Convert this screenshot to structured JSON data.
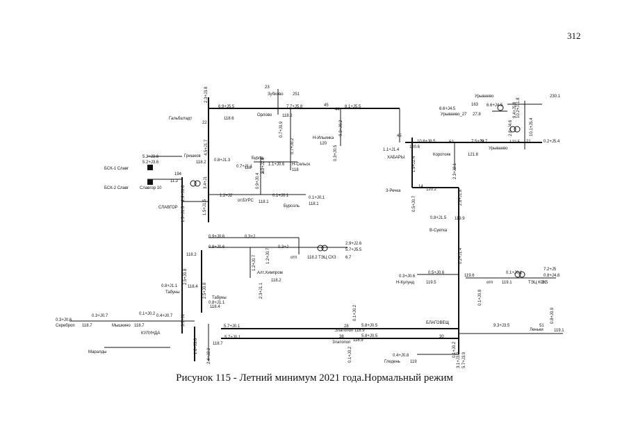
{
  "page_number": "312",
  "caption": "Рисунок 115 - Летний минимум 2021 года.Нормальный режим",
  "nodes": [
    {
      "id": "zubkovo",
      "name": "Зубково",
      "voltage": "251",
      "extra": "23"
    },
    {
      "id": "gal",
      "name": "Гальбштадт",
      "voltage": "118.6",
      "id_label": "22"
    },
    {
      "id": "orlovo",
      "name": "Орлово",
      "voltage": "118.2",
      "id_label": "45"
    },
    {
      "id": "n-ilyinka",
      "name": "Н-Ильинка",
      "voltage": "120",
      "id_label": "44"
    },
    {
      "id": "uryvaevo",
      "name": "Урываево",
      "voltage": "230.1"
    },
    {
      "id": "uryvaevo27",
      "name": "Урываево_27",
      "voltage": "27.8",
      "id_label": "163"
    },
    {
      "id": "uryvaevo2",
      "name": "Урываево",
      "voltage": "122.5",
      "id_label": "21"
    },
    {
      "id": "habary",
      "name": "ХАБАРЫ",
      "voltage": "120.6",
      "id_label": "45"
    },
    {
      "id": "korotoyak",
      "name": "Коротояк",
      "voltage": "121.8",
      "id_label": "62"
    },
    {
      "id": "grishkovka",
      "name": "Гришков",
      "voltage": "118.2",
      "id_label": "78"
    },
    {
      "id": "burla",
      "name": "Бурла",
      "voltage": "118",
      "id_label": "6"
    },
    {
      "id": "n-selsk",
      "name": "Н-Сельск",
      "voltage": "118"
    },
    {
      "id": "bsk1",
      "name": "БСК-1 Славг",
      "voltage": "5.2+J3.6"
    },
    {
      "id": "bsk2",
      "name": "БСК-2 Славг",
      "voltage": "194"
    },
    {
      "id": "slavgorod10",
      "name": "Славгор 10",
      "voltage": "11.2"
    },
    {
      "id": "slavgorod",
      "name": "СЛАВГОР",
      "voltage": "118.2"
    },
    {
      "id": "ot-burs",
      "name": "от.БУРС",
      "voltage": "118.1"
    },
    {
      "id": "bursol",
      "name": "Бурсоль",
      "voltage": "118.1"
    },
    {
      "id": "3-rechka",
      "name": "3-Речка",
      "voltage": "120.2",
      "id_label": "14"
    },
    {
      "id": "v-suetka",
      "name": "В-Суетка",
      "voltage": "119.9"
    },
    {
      "id": "alt-khimprom",
      "name": "Алт.Химпром",
      "voltage": "118.2"
    },
    {
      "id": "otp",
      "name": "отп",
      "voltage": "118.2"
    },
    {
      "id": "tec-skz",
      "name": "ТЭЦ СХЗ",
      "voltage": "6.7",
      "flow": "2.9+J2.6"
    },
    {
      "id": "tabuny1",
      "name": "Табуны",
      "voltage": "118.4"
    },
    {
      "id": "tabuny2",
      "name": "Табуны",
      "voltage": "118.4"
    },
    {
      "id": "n-kulunda",
      "name": "Н-Кулунд",
      "voltage": "119.5",
      "id_label": "0.3+J0.6"
    },
    {
      "id": "otp2",
      "name": "отп",
      "voltage": "119.1"
    },
    {
      "id": "tec-ksk",
      "name": "ТЭЦ КСК",
      "voltage": "6.5",
      "flow": "7.2+J5"
    },
    {
      "id": "serebr",
      "name": "Сереброп",
      "voltage": "118.7",
      "flow": "0.3+J0.6"
    },
    {
      "id": "myshkino",
      "name": "Мышкино",
      "voltage": "118.7"
    },
    {
      "id": "kulunda",
      "name": "КУЛУНДА",
      "voltage": "118.7"
    },
    {
      "id": "maraldy",
      "name": "Маралды",
      "voltage": ""
    },
    {
      "id": "zlatopol1",
      "name": "Златопол",
      "voltage": "118.9",
      "id_label": "28"
    },
    {
      "id": "zlatopol2",
      "name": "Златопол",
      "voltage": "118.9",
      "id_label": "38"
    },
    {
      "id": "blagov",
      "name": "БЛАГОВЕЩ",
      "voltage": "119.6",
      "id_label": "30"
    },
    {
      "id": "gleden",
      "name": "Гледень",
      "voltage": "119",
      "flow": "0.4+J0.8"
    },
    {
      "id": "lenenka",
      "name": "Леньки",
      "voltage": "119.1",
      "id_label": "51"
    }
  ],
  "labels": [
    "2.3+J3.8",
    "6.9+J5.5",
    "7.7+J5.8",
    "8.1+J5.5",
    "0.7+J0.9",
    "0.7+J0.2",
    "0.3+J0.5",
    "9.3+J0.2",
    "6.6+J4.5",
    "6.6+J4.5",
    "9.4+J5.8",
    "10.2+J11.8",
    "2.8+J4.6",
    "10.1+J5.4",
    "0.2+J5.4",
    "10.6+J8.5",
    "7.5+J9.7",
    "1.1+J1.4",
    "1.9+J2.4",
    "2.3+J2.1",
    "0.8+J1.3",
    "0.7+J1.1",
    "1.1+J0.6",
    "4.5+J1.7",
    "0.9+J0.4",
    "3.4+J1",
    "1.2+J2",
    "0.1+J0.1",
    "0.1+J0.1",
    "2.9+J1.8",
    "1.5+J1.5",
    "1.5+J1.5",
    "0.5+J0.7",
    "0.8+J1.5",
    "2.8+J1.8",
    "0.9+J0.6",
    "0.3+J",
    "0.9+J0.6",
    "0.3+J",
    "2.9+J2.6",
    "5.7+J5.5",
    "1.2+J0.7",
    "1.2+J0.7",
    "2.5+J0.8",
    "0.8+J1.1",
    "2.3+J1.1",
    "2.5+J0.8",
    "0.8+J1.1",
    "0.2+J1.4",
    "0.5+J0.6",
    "0.1+J0.1",
    "0.8+J4.8",
    "0.1+J0.8",
    "0.1+J0.2",
    "0.3+J0.7",
    "0.4+J0.7",
    "5.7+J0.1",
    "5.7+J0.1",
    "0.1+J0.2",
    "5.8+J0.5",
    "5.8+J0.5",
    "5.2+J3.6",
    "9.3+J3.5",
    "0.8+J0.9",
    "0.1+J0.2",
    "1.8+J3.6",
    "2.4+J2.2",
    "3.1+J3.2",
    "5.7+J3.9",
    "0.1+J0.2",
    "3.3+J1"
  ]
}
